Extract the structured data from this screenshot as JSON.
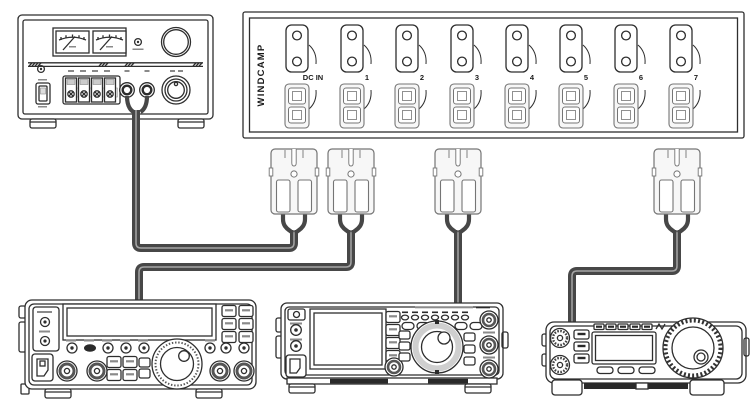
{
  "colors": {
    "line": "#2e2e2e",
    "line-mid": "#757575",
    "line-light": "#9a9a9a",
    "cable": "#474747",
    "cable-core": "#a5a5a5",
    "pp-fill": "#f7f7f7",
    "bar": "#8a8a8a",
    "dark": "#2a2a2a",
    "text": "#1a1a1a",
    "bg": "#ffffff"
  },
  "strip": {
    "brand": "WINDCAMP",
    "channels": [
      "DC IN",
      "1",
      "2",
      "3",
      "4",
      "5",
      "6",
      "7"
    ]
  },
  "diagram": {
    "nodes": [
      "power-supply",
      "power-distribution-strip",
      "transceiver-left",
      "transceiver-center",
      "transceiver-right"
    ],
    "connections": [
      {
        "from": "power-supply",
        "to": "powerpole-connector-psu"
      },
      {
        "from": "powerpole-connector-radio-left",
        "to": "transceiver-left"
      },
      {
        "from": "powerpole-connector-radio-center",
        "to": "transceiver-center"
      },
      {
        "from": "powerpole-connector-radio-right",
        "to": "transceiver-right"
      }
    ]
  }
}
